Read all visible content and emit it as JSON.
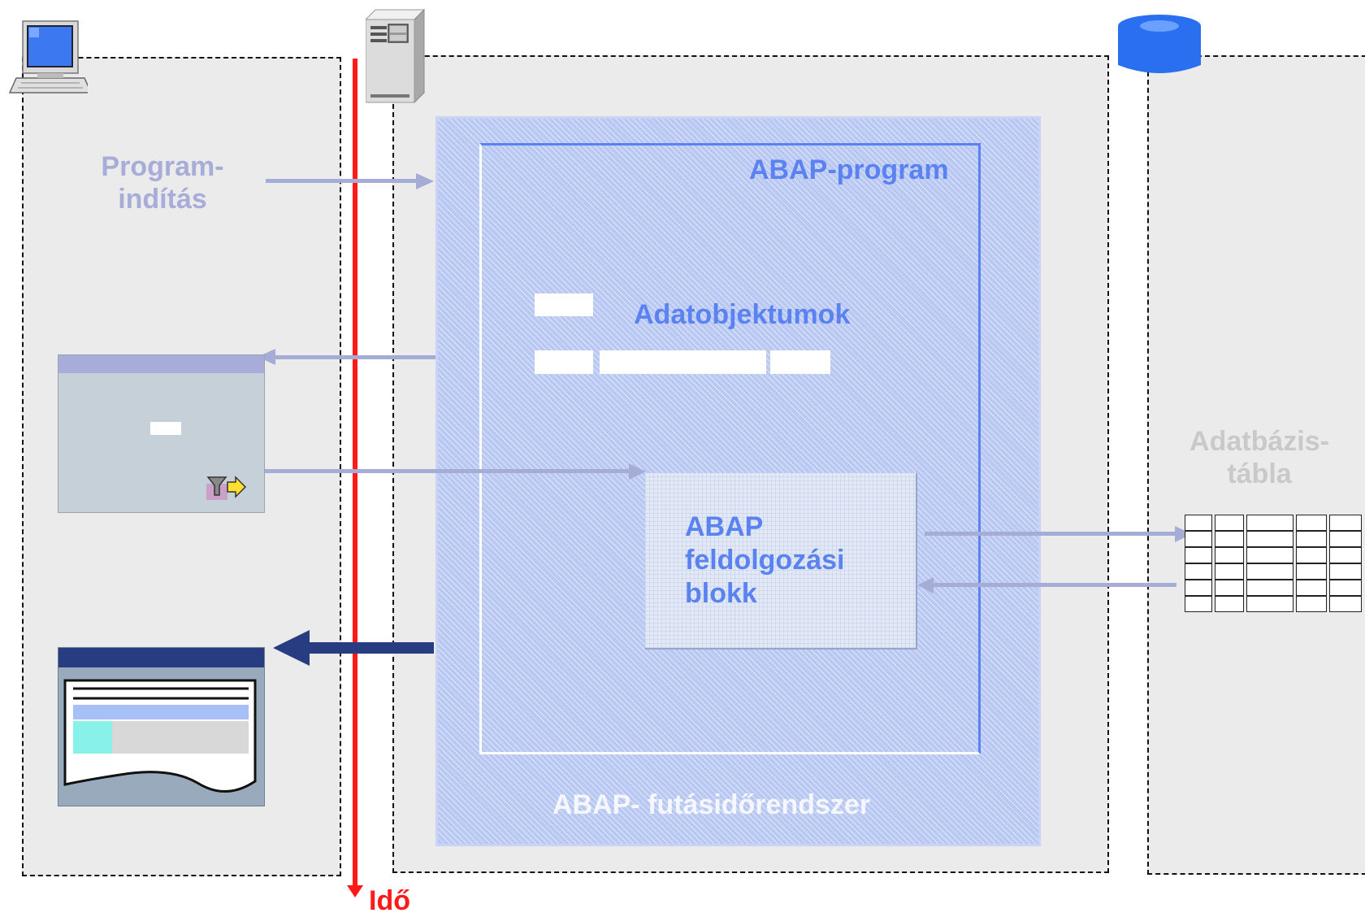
{
  "labels": {
    "program_start_line1": "Program-",
    "program_start_line2": "indítás",
    "abap_program": "ABAP-program",
    "data_objects": "Adatobjektumok",
    "processing_block_line1": "ABAP",
    "processing_block_line2": "feldolgozási",
    "processing_block_line3": "blokk",
    "runtime_system": "ABAP- futásidőrendszer",
    "db_table_line1": "Adatbázis-",
    "db_table_line2": "tábla",
    "time": "Idő"
  },
  "icons": {
    "client": "desktop-computer-icon",
    "app_server": "server-tower-icon",
    "database": "database-cylinder-icon",
    "selection_screen": "window-icon",
    "execute": "filter-execute-icon",
    "list_output": "list-window-icon"
  },
  "colors": {
    "zone_bg": "#ebebeb",
    "runtime_hatch": "#b9c8f2",
    "program_border": "#5a82f0",
    "label_blue": "#5a82f0",
    "label_muted": "#a8acd8",
    "time_line": "#ff1a1a",
    "output_arrow": "#283c82",
    "flow_arrow": "#a5acd6"
  }
}
